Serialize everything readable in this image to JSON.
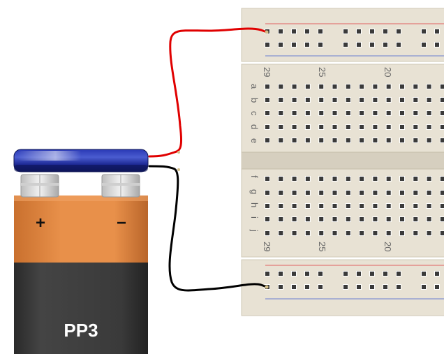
{
  "battery": {
    "label": "PP3",
    "plus_symbol": "+",
    "minus_symbol": "−",
    "colors": {
      "top_band": "#e6893f",
      "body": "#3a3a3a",
      "snap_cap": "#1f2a8f"
    }
  },
  "breadboard": {
    "column_numbers": [
      "29",
      "25",
      "20"
    ],
    "row_letters_top": [
      "a",
      "b",
      "c",
      "d",
      "e"
    ],
    "row_letters_bottom": [
      "f",
      "g",
      "h",
      "i",
      "j"
    ],
    "colors": {
      "board": "#e8e2d4",
      "hole": "#3a3a3a",
      "rail_red": "#e06060",
      "rail_blue": "#6a7fd0"
    }
  },
  "wires": [
    {
      "name": "positive",
      "color": "#e00000"
    },
    {
      "name": "negative",
      "color": "#000000"
    }
  ]
}
